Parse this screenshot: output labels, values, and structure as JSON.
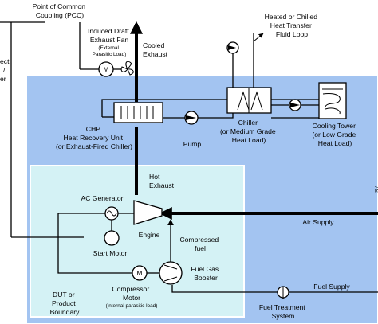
{
  "colors": {
    "outer_region": "#a3c4f1",
    "inner_region": "#d4f2f5",
    "region_border": "#ffffff",
    "line": "#000000",
    "component_fill": "#ffffff"
  },
  "labels": {
    "pcc": [
      "Point of Common",
      "Coupling (PCC)"
    ],
    "left_cut": [
      "ect",
      "/",
      "er"
    ],
    "induced_fan": [
      "Induced Draft",
      "Exhaust Fan"
    ],
    "induced_fan_note": [
      "(External",
      "Parasitic Load)"
    ],
    "cooled_exhaust": [
      "Cooled",
      "Exhaust"
    ],
    "heated_chilled": [
      "Heated or Chilled",
      "Heat Transfer",
      "Fluid Loop"
    ],
    "chp": [
      "CHP",
      "Heat Recovery Unit",
      "(or Exhaust-Fired Chiller)"
    ],
    "pump": "Pump",
    "chiller": [
      "Chiller",
      "(or Medium Grade",
      "Heat Load)"
    ],
    "cooling_tower": [
      "Cooling Tower",
      "(or Low Grade",
      "Heat Load)"
    ],
    "hot_exhaust": [
      "Hot",
      "Exhaust"
    ],
    "ac_generator": "AC Generator",
    "air_supply": "Air Supply",
    "engine": "Engine",
    "start_motor": "Start Motor",
    "compressed_fuel": [
      "Compressed",
      "fuel"
    ],
    "fuel_gas_booster": [
      "Fuel Gas",
      "Booster"
    ],
    "compressor_motor": [
      "Compressor",
      "Motor"
    ],
    "compressor_motor_note": "(internal parasitic load)",
    "dut": [
      "DUT or",
      "Product",
      "Boundary"
    ],
    "fuel_supply": "Fuel Supply",
    "fuel_treatment": [
      "Fuel Treatment",
      "System"
    ],
    "motor_symbol": "M",
    "right_edge_cut": "/ S"
  },
  "icons": [
    "motor-icon",
    "fan-icon",
    "pump-icon",
    "generator-icon",
    "compressor-icon",
    "turbine-icon",
    "heat-exchanger-icon",
    "cooling-tower-icon",
    "fuel-filter-icon"
  ]
}
